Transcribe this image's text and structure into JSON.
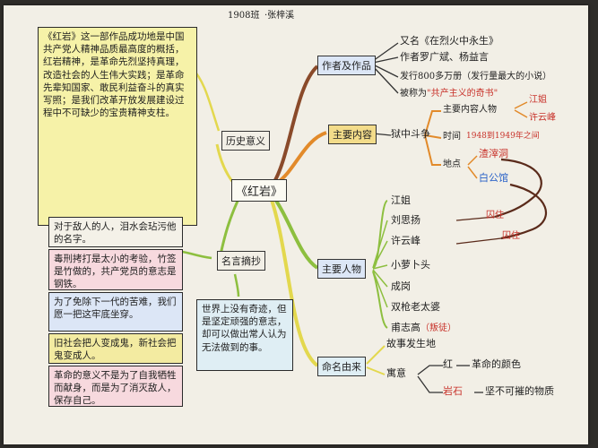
{
  "header": {
    "class_name": "1908班",
    "student": "·张梓溪"
  },
  "center": {
    "label": "《红岩》"
  },
  "history": {
    "label": "历史意义",
    "text": "《红岩》这一部作品成功地是中国共产党人精神品质最高度的概括，红岩精神，是革命先烈坚持真理，改造社会的人生伟大实践；是革命先辈知国家、敢民利益奋斗的真实写照；是我们改革开放发展建设过程中不可缺少的宝贵精神支柱。"
  },
  "author": {
    "label": "作者及作品",
    "items": [
      "又名《在烈火中永生》",
      "作者罗广斌、杨益言",
      "发行800多万册（发行量最大的小说）",
      "被称为"
    ],
    "honor": "\"共产主义的奇书\""
  },
  "content": {
    "label": "主要内容",
    "theme": "狱中斗争",
    "people_label": "主要内容人物",
    "people": [
      "江姐",
      "许云峰"
    ],
    "time_label": "时间",
    "time_value": "1948到1949年之间",
    "place_label": "地点",
    "places": [
      "渣滓洞",
      "白公馆"
    ]
  },
  "characters": {
    "label": "主要人物",
    "names": [
      "江姐",
      "刘思扬",
      "许云峰",
      "小萝卜头",
      "成岗",
      "双枪老太婆",
      "甫志高"
    ],
    "traitor_tag": "（叛徒）",
    "prison_tag_1": "囚住",
    "prison_tag_2": "囚住"
  },
  "quotes": {
    "label": "名言摘抄",
    "list": [
      "对于敌人的人，泪水会玷污他的名字。",
      "毒刑拷打是太小的考验，竹签是竹做的，共产党员的意志是钢铁。",
      "为了免除下一代的苦难，我们愿一把这牢底坐穿。",
      "旧社会把人变成鬼，新社会把鬼变成人。",
      "革命的意义不是为了自我牺牲而献身，而是为了消灭敌人，保存自己。"
    ],
    "right_quote": "世界上没有奇迹，但是坚定顽强的意志，却可以做出常人认为无法做到的事。"
  },
  "naming": {
    "label": "命名由来",
    "place": "故事发生地",
    "meaning_label": "寓意",
    "red_char": "红",
    "red_meaning": "革命的颜色",
    "rock_char": "岩石",
    "rock_meaning": "坚不可摧的物质"
  },
  "colors": {
    "branch_green": "#8dbf3f",
    "branch_yellow": "#e3d84e",
    "branch_brown": "#8a4a2a",
    "branch_orange": "#e28a2a",
    "branch_pink": "#e96aa5",
    "red_ink": "#c8322a"
  }
}
